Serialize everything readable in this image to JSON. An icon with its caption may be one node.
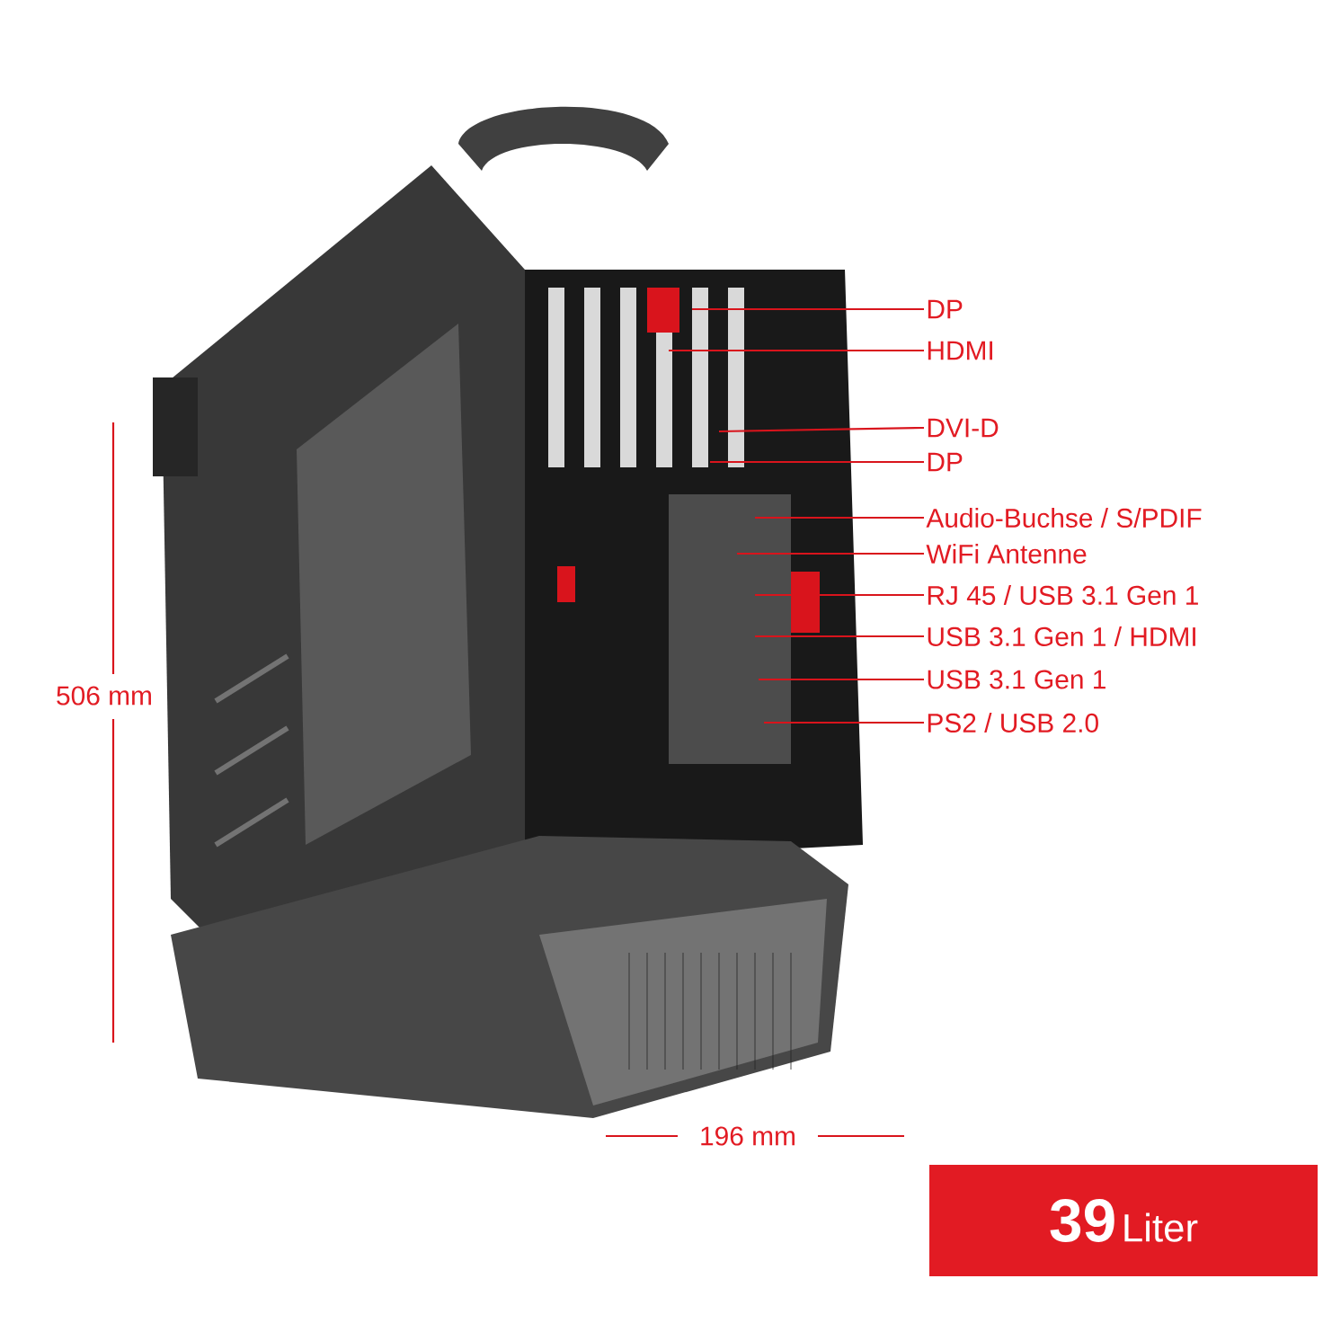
{
  "diagram": {
    "nodes": [
      {
        "text": [
          "DP"
        ]
      },
      {
        "text": [
          "HDMI"
        ]
      },
      {
        "text": [
          "DVI-D"
        ]
      },
      {
        "text": [
          "DP"
        ]
      },
      {
        "text": [
          "Audio-Buchse / S/PDIF"
        ]
      },
      {
        "text": [
          "WiFi Antenne"
        ]
      },
      {
        "text": [
          "RJ 45 / USB 3.1 Gen 1"
        ]
      },
      {
        "text": [
          "USB 3.1 Gen 1 / HDMI"
        ]
      },
      {
        "text": [
          "USB 3.1 Gen 1"
        ]
      },
      {
        "text": [
          "PS2 / USB 2.0"
        ]
      },
      {
        "text": [
          "39",
          "Liter"
        ]
      }
    ],
    "edges": [
      {
        "from": 0,
        "to": null,
        "arrow": "none"
      },
      {
        "from": 1,
        "to": null,
        "arrow": "none"
      },
      {
        "from": 2,
        "to": null,
        "arrow": "none"
      },
      {
        "from": 3,
        "to": null,
        "arrow": "none"
      },
      {
        "from": 4,
        "to": null,
        "arrow": "none"
      },
      {
        "from": 5,
        "to": null,
        "arrow": "none"
      },
      {
        "from": 6,
        "to": null,
        "arrow": "none"
      },
      {
        "from": 7,
        "to": null,
        "arrow": "none"
      },
      {
        "from": 8,
        "to": null,
        "arrow": "none"
      },
      {
        "from": 9,
        "to": null,
        "arrow": "none"
      }
    ],
    "labels": [
      "506 mm",
      "196 mm"
    ]
  }
}
